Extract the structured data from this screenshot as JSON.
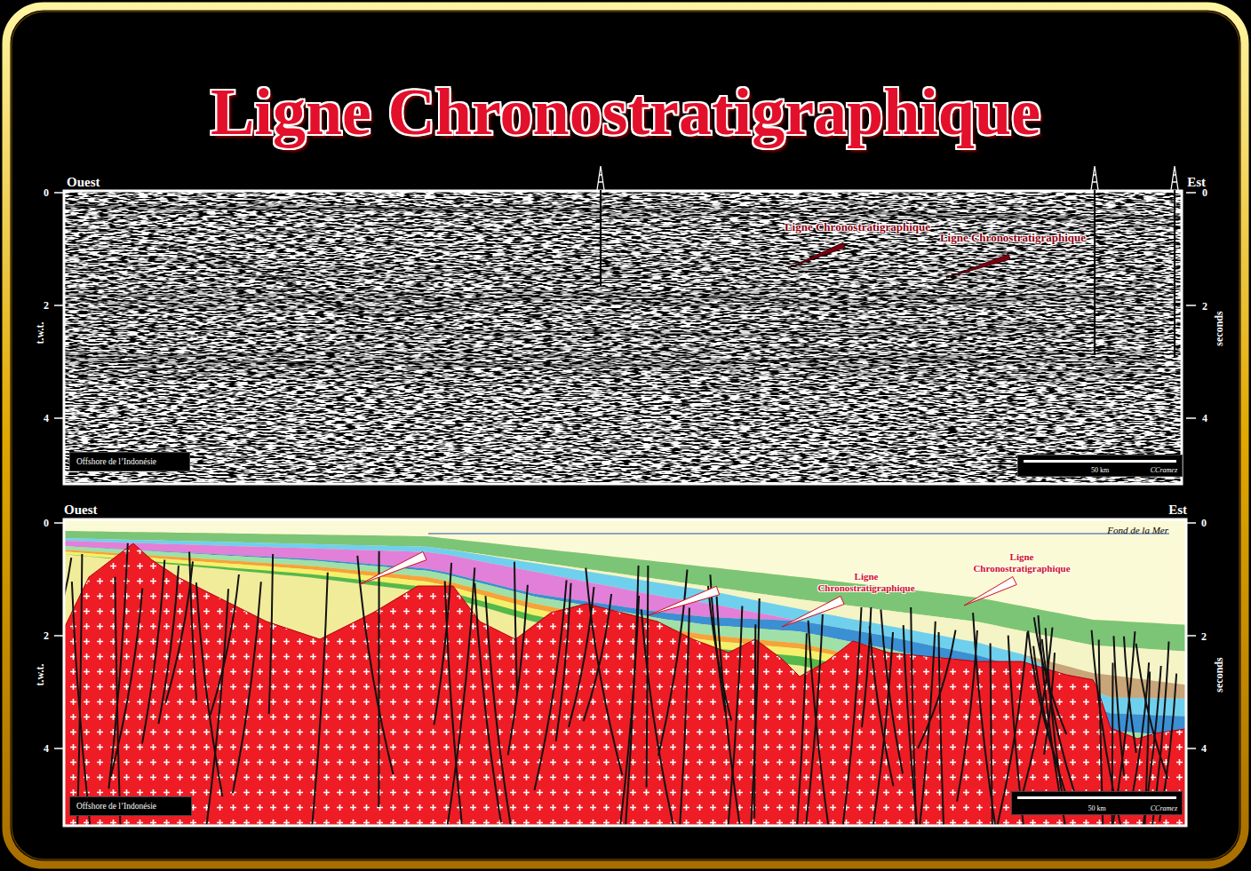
{
  "diagram": {
    "title": "Ligne Chronostratigraphique",
    "nodes": [
      {
        "text": [
          "Offshore de l’Indonésie"
        ]
      },
      {
        "text": [
          "50 km",
          "CCramez"
        ]
      },
      {
        "text": [
          "Offshore de l’Indonésie"
        ]
      },
      {
        "text": [
          "50 km",
          "CCramez"
        ]
      }
    ],
    "labels": [
      "Ouest",
      "Est",
      "0",
      "2",
      "4",
      "t.w.t.",
      "0",
      "2",
      "4",
      "seconds",
      "Ligne Chronostratigraphique",
      "Ligne Chronostratigraphique",
      "Ouest",
      "Est",
      "0",
      "2",
      "4",
      "t.w.t.",
      "0",
      "2",
      "4",
      "seconds",
      "Fond de la Mer",
      "Ligne Chronostratigraphique",
      "Ligne Chronostratigraphique"
    ]
  }
}
